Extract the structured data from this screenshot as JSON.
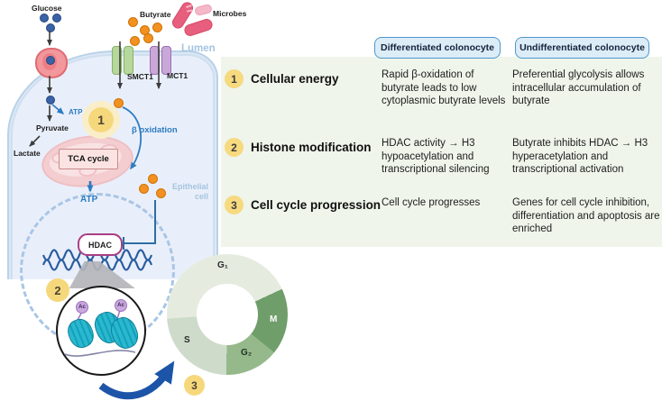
{
  "diagram": {
    "glucose_label": "Glucose",
    "butyrate_label": "Butyrate",
    "microbes_label": "Microbes",
    "lumen_label": "Lumen",
    "smct1_label": "SMCT1",
    "mct1_label": "MCT1",
    "atp_label_1": "ATP",
    "pyruvate_label": "Pyruvate",
    "lactate_label": "Lactate",
    "tca_label": "TCA cycle",
    "beta_ox_label": "β oxidation",
    "atp_label_2": "ATP",
    "epithelial_label": "Epithelial cell",
    "hdac_label": "HDAC",
    "ac_label": "Ac",
    "steps": {
      "s1": "1",
      "s2": "2",
      "s3": "3"
    },
    "cycle": {
      "g1": "G₁",
      "m": "M",
      "g2": "G₂",
      "s": "S"
    }
  },
  "table": {
    "headers": [
      "Differentiated colonocyte",
      "Undifferentiated colonocyte"
    ],
    "rows": [
      {
        "num": "1",
        "label": "Cellular energy",
        "differentiated": "Rapid β-oxidation of butyrate leads to low cytoplasmic butyrate levels",
        "undifferentiated": "Preferential glycolysis allows intracellular accumulation of butyrate"
      },
      {
        "num": "2",
        "label": "Histone modification",
        "differentiated": "HDAC activity → H3 hypoacetylation and transcriptional silencing",
        "undifferentiated": "Butyrate inhibits HDAC → H3 hyperacetylation and transcriptional activation"
      },
      {
        "num": "3",
        "label": "Cell cycle progression",
        "differentiated": "Cell cycle progresses",
        "undifferentiated": "Genes for cell cycle inhibition, differentiation and apoptosis are enriched"
      }
    ]
  },
  "colors": {
    "cell_fill": "#e9effa",
    "membrane": "#b9d2e9",
    "butyrate_dot": "#f29120",
    "glucose_dot": "#3a62a7",
    "smct1_green": "#b7d89c",
    "mct1_purple": "#c9a8d8",
    "microbe_pink": "#e85f7d",
    "mitochondria_pink": "#f3cdd0",
    "hdac_border": "#a93f85",
    "blue_accent": "#2e7cc1",
    "panel_green": "#eff5eb",
    "header_blue_border": "#4e96cc",
    "header_blue_fill": "#dcedf8",
    "step_yellow": "#f6d87c",
    "ring_g1": "#e5ecdf",
    "ring_m": "#6f9e6a",
    "ring_g2": "#96b98c",
    "ring_s": "#cedbca",
    "dark_arrow_blue": "#1c55a8"
  }
}
